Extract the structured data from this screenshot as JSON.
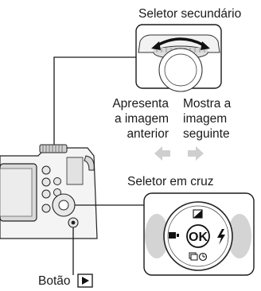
{
  "labels": {
    "sub_dial": "Seletor secundário",
    "previous_line1": "Apresenta",
    "previous_line2": "a imagem",
    "previous_line3": "anterior",
    "next_line1": "Mostra a",
    "next_line2": "imagem",
    "next_line3": "seguinte",
    "arrow_pad": "Seletor em cruz",
    "playback_button": "Botão"
  },
  "arrow_pad_icons": {
    "center": "OK",
    "up": "exposure-compensation-icon",
    "left": "af-target-icon",
    "right": "flash-icon",
    "down": "drive-self-timer-icon"
  },
  "colors": {
    "line": "#1a1a1a",
    "light_gray": "#e4e4e4",
    "mid_gray": "#bdbdbd",
    "arrow_gray": "#cfcfcf"
  }
}
